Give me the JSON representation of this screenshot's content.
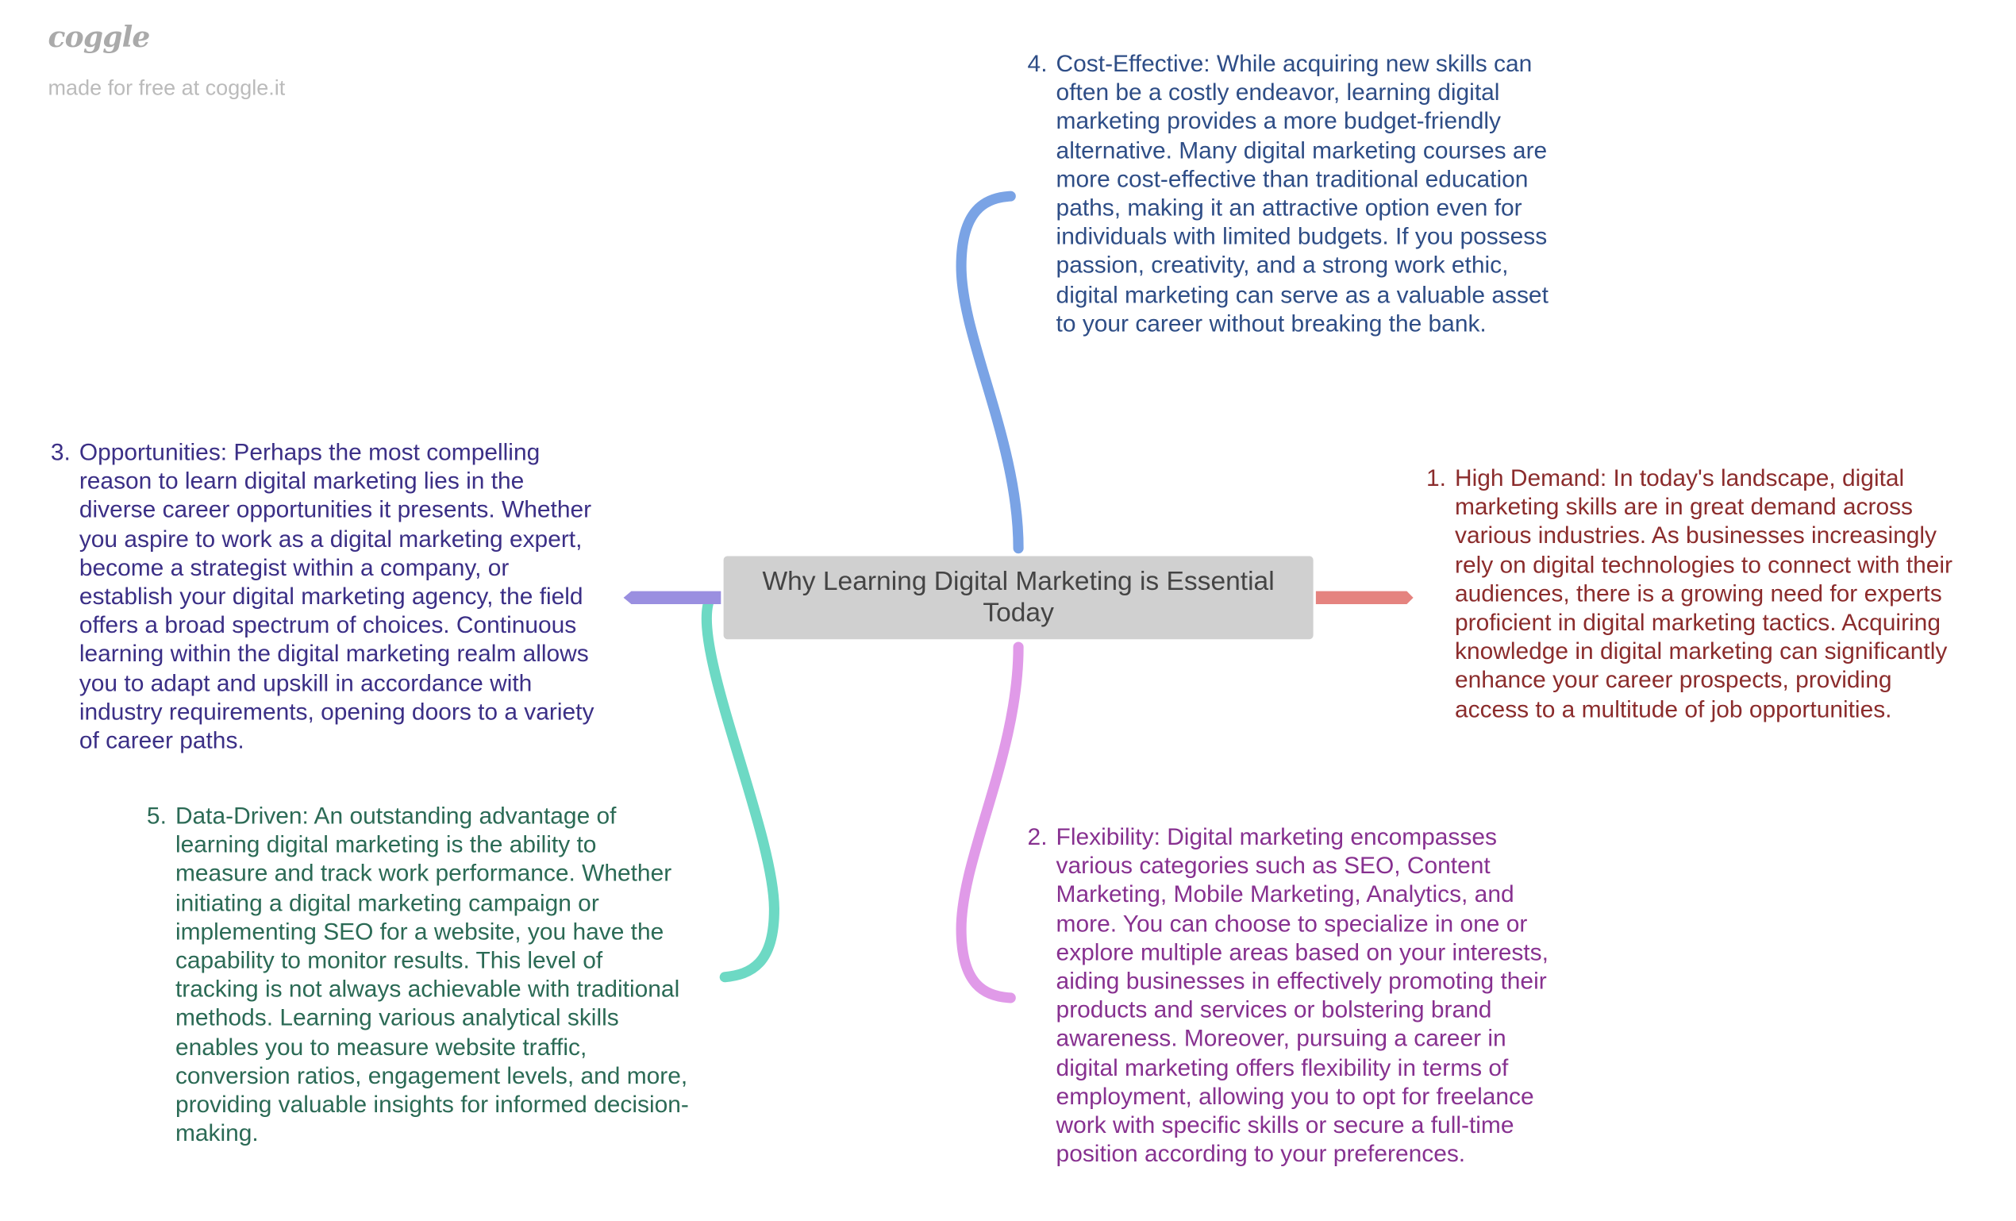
{
  "branding": {
    "logo": "coggle",
    "tagline": "made for free at coggle.it"
  },
  "central_topic": "Why Learning Digital Marketing is Essential Today",
  "colors": {
    "cost": "#7aa3e5",
    "demand": "#e5837f",
    "opportunities": "#9a8fe0",
    "flexibility": "#e09ae8",
    "data": "#6dd9c4"
  },
  "nodes": [
    {
      "id": "cost",
      "number": "4.",
      "color": "#2e4d86",
      "lines": [
        "Cost-Effective: While acquiring new skills can",
        "often be a costly endeavor, learning digital",
        "marketing provides a more budget-friendly",
        "alternative. Many digital marketing courses are",
        "more cost-effective than traditional education",
        "paths, making it an attractive option even for",
        "individuals with limited budgets. If you possess",
        "passion, creativity, and a strong work ethic,",
        "digital marketing can serve as a valuable asset",
        "to your career without breaking the bank."
      ]
    },
    {
      "id": "demand",
      "number": "1.",
      "color": "#8b2c2c",
      "lines": [
        "High Demand: In today's landscape, digital",
        "marketing skills are in great demand across",
        "various industries. As businesses increasingly",
        "rely on digital technologies to connect with their",
        "audiences, there is a growing need for experts",
        "proficient in digital marketing tactics. Acquiring",
        "knowledge in digital marketing can significantly",
        "enhance your career prospects, providing",
        "access to a multitude of job opportunities."
      ]
    },
    {
      "id": "opportunities",
      "number": "3.",
      "color": "#3b2f86",
      "lines": [
        "Opportunities: Perhaps the most compelling",
        "reason to learn digital marketing lies in the",
        "diverse career opportunities it presents. Whether",
        "you aspire to work as a digital marketing expert,",
        "become a strategist within a company, or",
        "establish your digital marketing agency, the field",
        "offers a broad spectrum of choices. Continuous",
        "learning within the digital marketing realm allows",
        "you to adapt and upskill in accordance with",
        "industry requirements, opening doors to a variety",
        "of career paths."
      ]
    },
    {
      "id": "data",
      "number": "5.",
      "color": "#2b6a55",
      "lines": [
        "Data-Driven: An outstanding advantage of",
        "learning digital marketing is the ability to",
        "measure and track work performance. Whether",
        "initiating a digital marketing campaign or",
        "implementing SEO for a website, you have the",
        "capability to monitor results. This level of",
        "tracking is not always achievable with traditional",
        "methods. Learning various analytical skills",
        "enables you to measure website traffic,",
        "conversion ratios, engagement levels, and more,",
        "providing valuable insights for informed decision-",
        "making."
      ]
    },
    {
      "id": "flexibility",
      "number": "2.",
      "color": "#873190",
      "lines": [
        "Flexibility: Digital marketing encompasses",
        "various categories such as SEO, Content",
        "Marketing, Mobile Marketing, Analytics, and",
        "more. You can choose to specialize in one or",
        "explore multiple areas based on your interests,",
        "aiding businesses in effectively promoting their",
        "products and services or bolstering brand",
        "awareness. Moreover, pursuing a career in",
        "digital marketing offers flexibility in terms of",
        "employment, allowing you to opt for freelance",
        "work with specific skills or secure a full-time",
        "position according to your preferences."
      ]
    }
  ]
}
